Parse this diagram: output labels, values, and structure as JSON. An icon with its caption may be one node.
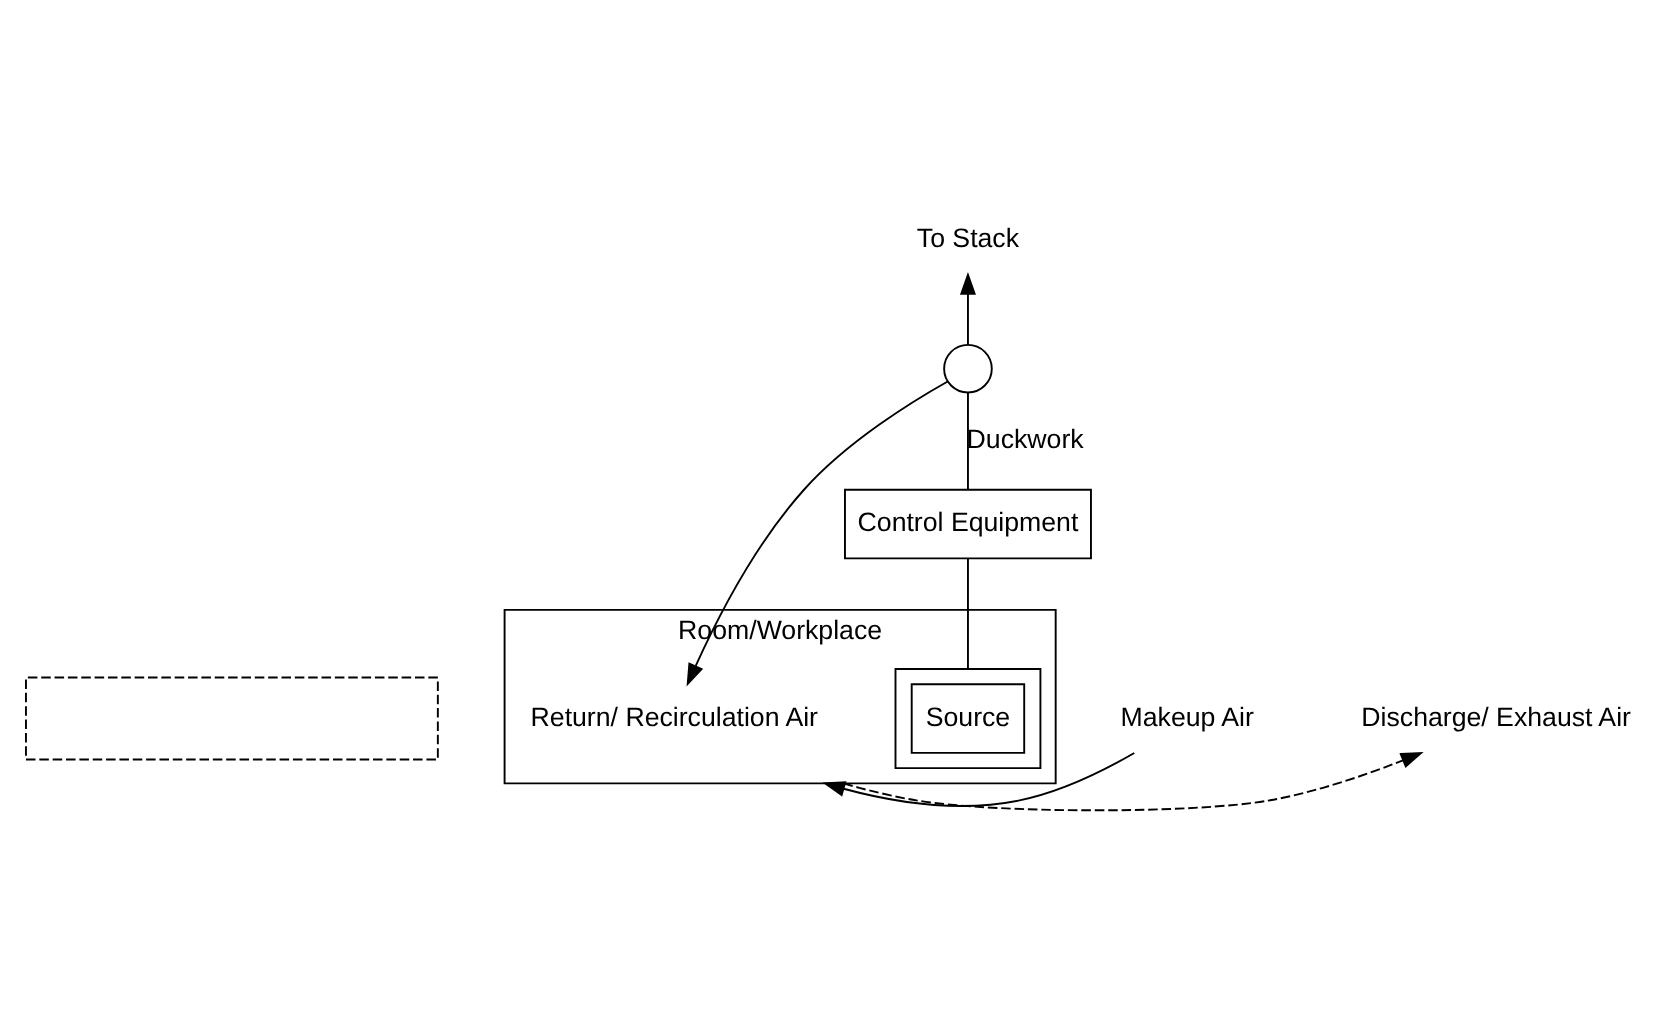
{
  "diagram": {
    "nodes": [
      {
        "text": [],
        "shape": "box"
      },
      {
        "text": [
          "To Stack"
        ]
      },
      {
        "text": [],
        "shape": "circle"
      },
      {
        "text": [
          "Control Equipment"
        ]
      },
      {
        "text": [
          "Makeup Air"
        ]
      },
      {
        "text": [
          "Room/Workplace"
        ]
      },
      {
        "text": [
          "Return/ Recirculation Air"
        ],
        "in": 5
      },
      {
        "text": [
          "Discharge/ Exhaust Air"
        ]
      },
      {
        "text": [],
        "shape": "box",
        "in": 5
      },
      {
        "text": [
          "Source"
        ],
        "in": 8
      }
    ],
    "edges": [
      {
        "from": 8,
        "to": 3,
        "arrow": "none"
      },
      {
        "from": 3,
        "to": 2,
        "arrow": "none",
        "label": "Duckwork"
      },
      {
        "from": 2,
        "to": 1,
        "arrow": "to"
      },
      {
        "from": 2,
        "to": 6,
        "arrow": "to"
      },
      {
        "from": 4,
        "to": 5,
        "arrow": "to"
      },
      {
        "from": 5,
        "to": 7,
        "arrow": "to",
        "style": "dashed"
      }
    ]
  }
}
